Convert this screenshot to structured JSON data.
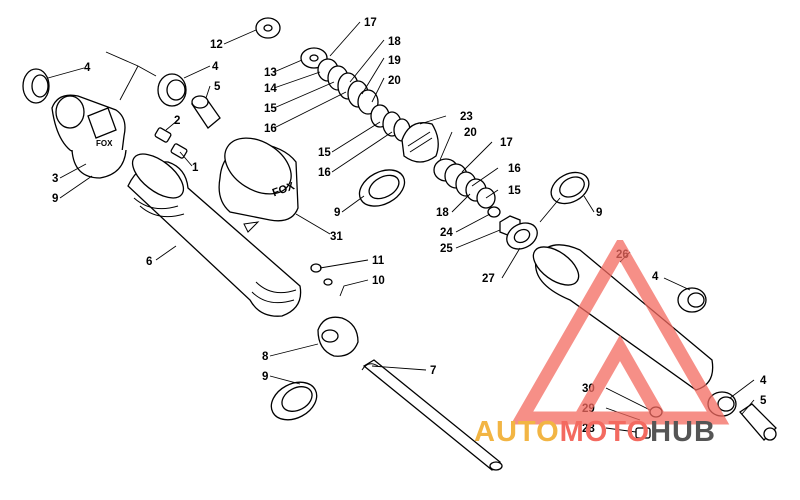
{
  "callouts": [
    {
      "n": "1"
    },
    {
      "n": "2"
    },
    {
      "n": "3"
    },
    {
      "n": "4"
    },
    {
      "n": "4"
    },
    {
      "n": "5"
    },
    {
      "n": "6"
    },
    {
      "n": "7"
    },
    {
      "n": "8"
    },
    {
      "n": "9"
    },
    {
      "n": "9"
    },
    {
      "n": "9"
    },
    {
      "n": "9"
    },
    {
      "n": "10"
    },
    {
      "n": "11"
    },
    {
      "n": "12"
    },
    {
      "n": "13"
    },
    {
      "n": "14"
    },
    {
      "n": "15"
    },
    {
      "n": "15"
    },
    {
      "n": "15"
    },
    {
      "n": "16"
    },
    {
      "n": "16"
    },
    {
      "n": "16"
    },
    {
      "n": "17"
    },
    {
      "n": "17"
    },
    {
      "n": "18"
    },
    {
      "n": "18"
    },
    {
      "n": "19"
    },
    {
      "n": "20"
    },
    {
      "n": "20"
    },
    {
      "n": "23"
    },
    {
      "n": "24"
    },
    {
      "n": "25"
    },
    {
      "n": "26"
    },
    {
      "n": "27"
    },
    {
      "n": "4"
    },
    {
      "n": "4"
    },
    {
      "n": "5"
    },
    {
      "n": "28"
    },
    {
      "n": "29"
    },
    {
      "n": "30"
    },
    {
      "n": "31"
    }
  ],
  "brand": {
    "reservoir_logo": "FOX",
    "cap_logo": "FOX"
  },
  "watermark": {
    "word_1": "AUTO",
    "word_2": "MOTO",
    "word_3": "HUB",
    "color_1": "#f2b544",
    "color_2": "#f36a60",
    "color_3": "#555555",
    "triangle_color": "#f36a60"
  },
  "colors": {
    "line": "#000000",
    "background": "#ffffff"
  }
}
